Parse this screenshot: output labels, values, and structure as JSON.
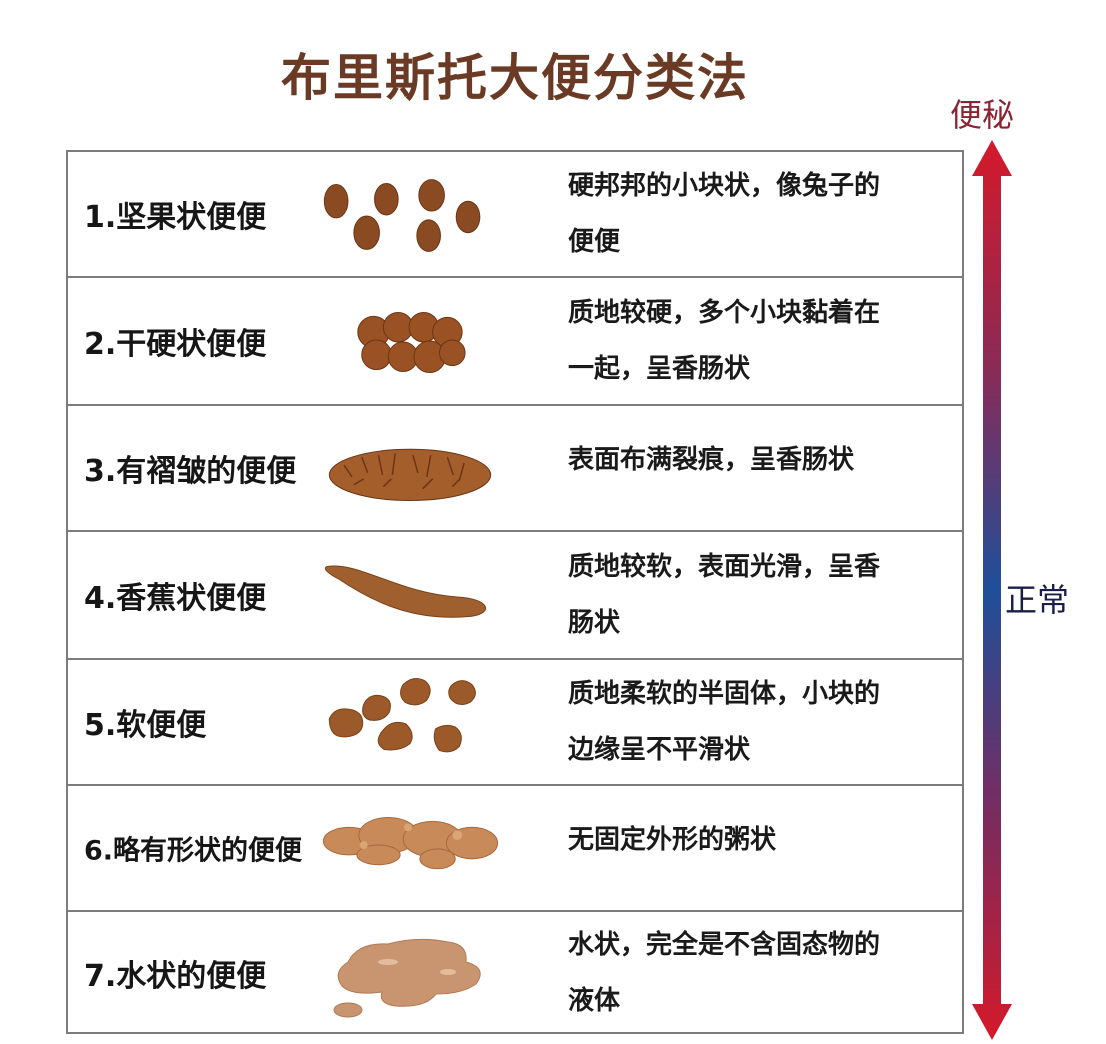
{
  "title": "布里斯托大便分类法",
  "scale": {
    "top_label": "便秘",
    "middle_label": "正常",
    "arrow_colors": {
      "top": "#d4192a",
      "middle": "#1e4f9a",
      "bottom": "#d4192a"
    }
  },
  "rows": [
    {
      "name": "1.坚果状便便",
      "description_lines": [
        "硬邦邦的小块状，像兔子的",
        "便便"
      ],
      "illustration": "separate-hard-lumps"
    },
    {
      "name": "2.干硬状便便",
      "description_lines": [
        "质地较硬，多个小块黏着在",
        "一起，呈香肠状"
      ],
      "illustration": "lumpy-sausage"
    },
    {
      "name": "3.有褶皱的便便",
      "description_lines": [
        "表面布满裂痕，呈香肠状"
      ],
      "illustration": "cracked-sausage"
    },
    {
      "name": "4.香蕉状便便",
      "description_lines": [
        "质地较软，表面光滑，呈香",
        "肠状"
      ],
      "illustration": "smooth-banana"
    },
    {
      "name": "5.软便便",
      "description_lines": [
        "质地柔软的半固体，小块的",
        "边缘呈不平滑状"
      ],
      "illustration": "soft-blobs"
    },
    {
      "name": "6.略有形状的便便",
      "description_lines": [
        "无固定外形的粥状"
      ],
      "illustration": "mushy-fluffy"
    },
    {
      "name": "7.水状的便便",
      "description_lines": [
        "水状，完全是不含固态物的",
        "液体"
      ],
      "illustration": "watery-puddle"
    }
  ],
  "colors": {
    "title": "#6b3a24",
    "stool_dark": "#8a4a22",
    "stool_mid": "#a35e2c",
    "stool_light": "#c98a5a",
    "grid": "#7c7c7c"
  }
}
